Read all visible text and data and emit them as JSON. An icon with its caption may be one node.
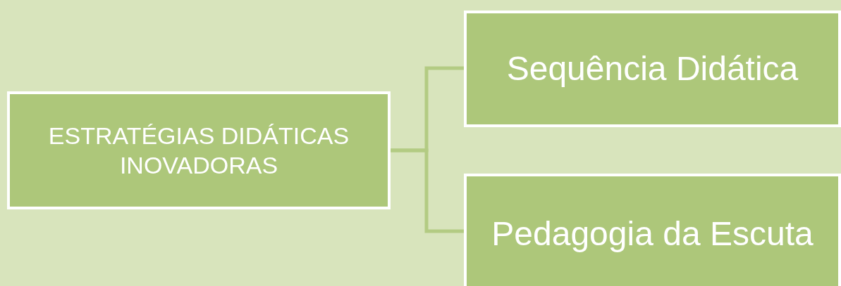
{
  "diagram": {
    "nodes": [
      {
        "text": [
          "ESTRATÉGIAS DIDÁTICAS INOVADORAS"
        ]
      },
      {
        "text": [
          "Sequência Didática"
        ]
      },
      {
        "text": [
          "Pedagogia da Escuta"
        ]
      }
    ],
    "edges": [
      {
        "from": 0,
        "to": 1,
        "arrow": "none"
      },
      {
        "from": 0,
        "to": 2,
        "arrow": "none"
      }
    ]
  }
}
